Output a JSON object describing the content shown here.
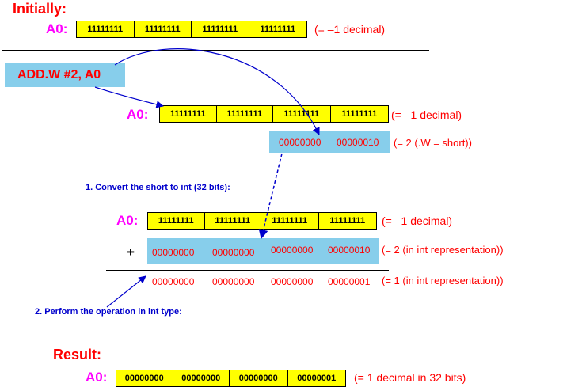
{
  "initial": {
    "heading": "Initially:",
    "reg_label": "A0:",
    "cells": [
      "11111111",
      "11111111",
      "11111111",
      "11111111"
    ],
    "note": "(= –1  decimal)"
  },
  "instruction": {
    "text": "ADD.W  #2, A0"
  },
  "second": {
    "reg_label": "A0:",
    "cells": [
      "11111111",
      "11111111",
      "11111111",
      "11111111"
    ],
    "note": "(= –1  decimal)",
    "operand_bits": [
      "00000000",
      "00000010"
    ],
    "operand_note": "(=  2  (.W = short))"
  },
  "convert_note": "1. Convert the short to int (32 bits):",
  "addition": {
    "reg_label": "A0:",
    "cells": [
      "11111111",
      "11111111",
      "11111111",
      "11111111"
    ],
    "note": "(= –1  decimal)",
    "plus": "+",
    "operand_bits": [
      "00000000",
      "00000000",
      "00000000",
      "00000010"
    ],
    "operand_note": "(=  2  (in int representation))",
    "result_bits": [
      "00000000",
      "00000000",
      "00000000",
      "00000001"
    ],
    "result_note": "(=  1  (in int representation))"
  },
  "perform_note": "2. Perform the operation in int type:",
  "result": {
    "heading": "Result:",
    "reg_label": "A0:",
    "cells": [
      "00000000",
      "00000000",
      "00000000",
      "00000001"
    ],
    "note": "(=  1  decimal in 32 bits)"
  },
  "colors": {
    "heading_red": "#ff0000",
    "label_magenta": "#ff00ff",
    "register_yellow": "#ffff00",
    "highlight_blue": "#87ceeb",
    "arrow_blue": "#0000cc"
  }
}
